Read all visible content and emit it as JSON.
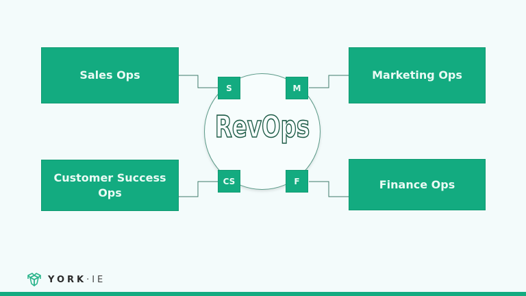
{
  "diagram": {
    "center": {
      "label": "RevOps"
    },
    "boxes": [
      {
        "id": "sales",
        "label": "Sales Ops"
      },
      {
        "id": "marketing",
        "label": "Marketing Ops"
      },
      {
        "id": "customer_success",
        "label": "Customer Success Ops"
      },
      {
        "id": "finance",
        "label": "Finance Ops"
      }
    ],
    "tags": [
      {
        "id": "sales",
        "label": "S"
      },
      {
        "id": "marketing",
        "label": "M"
      },
      {
        "id": "customer_success",
        "label": "CS"
      },
      {
        "id": "finance",
        "label": "F"
      }
    ]
  },
  "footer": {
    "logo_text": "YORK",
    "logo_suffix": "·IE"
  },
  "colors": {
    "accent": "#13ab80",
    "background": "#f3fbfb",
    "outline": "#1c5a45"
  }
}
